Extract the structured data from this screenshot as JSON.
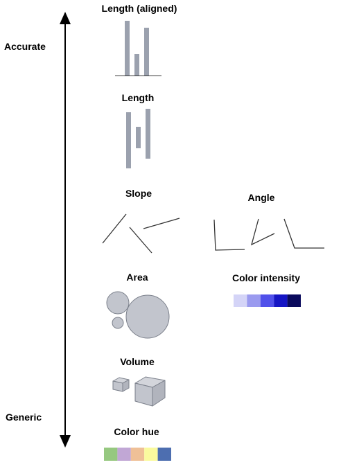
{
  "scale": {
    "top_label": "Accurate",
    "bottom_label": "Generic"
  },
  "encodings": {
    "length_aligned": "Length (aligned)",
    "length": "Length",
    "slope": "Slope",
    "angle": "Angle",
    "area": "Area",
    "color_intensity": "Color intensity",
    "volume": "Volume",
    "color_hue": "Color hue"
  },
  "colors": {
    "bar_gray": "#9ba1ae",
    "shape_fill": "#c2c5cd",
    "shape_stroke": "#7a7f8a",
    "line": "#333333",
    "intensity": [
      "#d4d4f7",
      "#9a9aef",
      "#5050ea",
      "#1515c4",
      "#0a0a5c"
    ],
    "hue": [
      "#96c880",
      "#c1a7d5",
      "#efc097",
      "#fafa9e",
      "#4d6eb0"
    ]
  }
}
